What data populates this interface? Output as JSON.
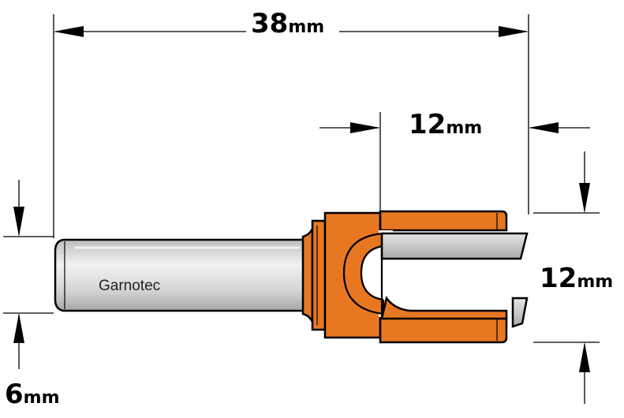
{
  "brand": "Garnotec",
  "dimensions": {
    "overall_length": {
      "value": "38",
      "unit": "mm"
    },
    "cutting_length": {
      "value": "12",
      "unit": "mm"
    },
    "cutting_diameter": {
      "value": "12",
      "unit": "mm"
    },
    "shank_diameter": {
      "value": "6",
      "unit": "mm"
    }
  },
  "colors": {
    "body": "#e87722",
    "body_dark": "#8a3f0c",
    "shank": "#d4d4d4",
    "shank_highlight": "#f4f4f4",
    "blade": "#c8c8c8",
    "line": "#000000"
  }
}
